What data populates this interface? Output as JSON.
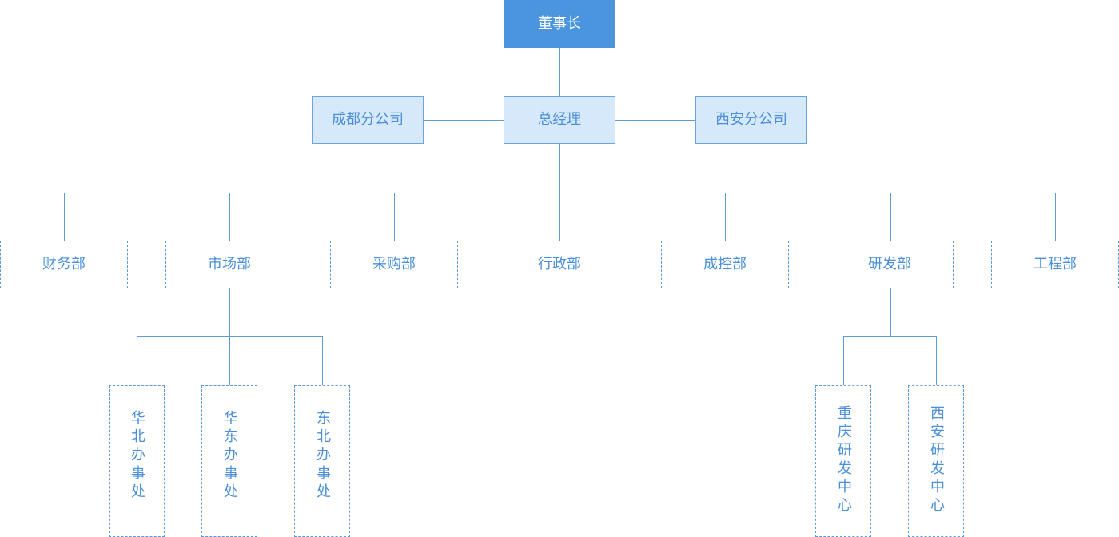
{
  "org": {
    "chairman": "董事长",
    "general_manager": "总经理",
    "branches": [
      "成都分公司",
      "西安分公司"
    ],
    "departments": [
      "财务部",
      "市场部",
      "采购部",
      "行政部",
      "成控部",
      "研发部",
      "工程部"
    ],
    "market_offices": [
      "华北办事处",
      "华东办事处",
      "东北办事处"
    ],
    "rd_centers": [
      "重庆研发中心",
      "西安研发中心"
    ]
  },
  "colors": {
    "top_fill": "#4a95dd",
    "secondary_fill": "#d6e9fb",
    "border": "#5e9ad6",
    "text": "#4a8fd8",
    "connector": "#5e9ad6"
  }
}
